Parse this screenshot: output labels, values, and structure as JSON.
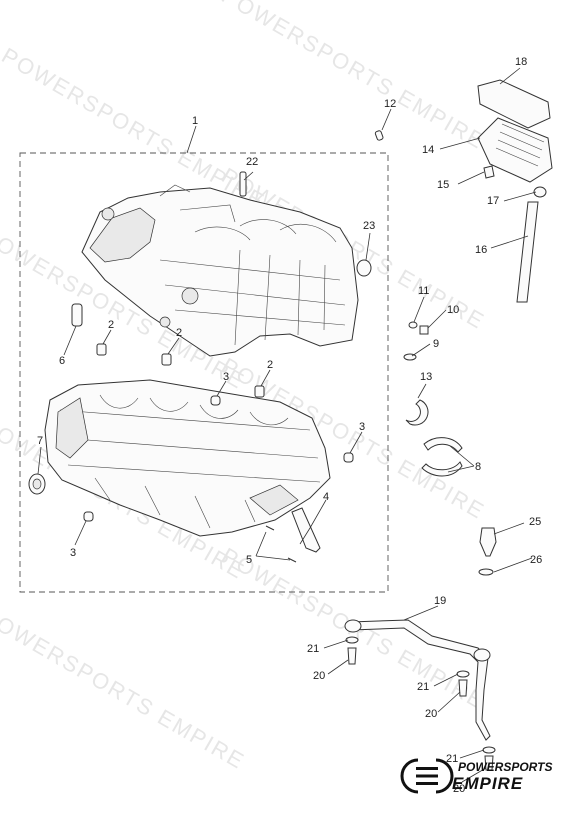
{
  "watermark": "POWERSPORTS EMPIRE",
  "logo": {
    "line1": "POWERSPORTS",
    "line2": "EMPIRE"
  },
  "labels": {
    "l1": "1",
    "l2a": "2",
    "l2b": "2",
    "l2c": "2",
    "l3a": "3",
    "l3b": "3",
    "l3c": "3",
    "l4": "4",
    "l5": "5",
    "l6": "6",
    "l7": "7",
    "l8": "8",
    "l9": "9",
    "l10": "10",
    "l11": "11",
    "l12": "12",
    "l13": "13",
    "l14": "14",
    "l15": "15",
    "l16": "16",
    "l17": "17",
    "l18": "18",
    "l19": "19",
    "l20a": "20",
    "l20b": "20",
    "l20c": "20",
    "l21a": "21",
    "l21b": "21",
    "l21c": "21",
    "l22": "22",
    "l23": "23",
    "l25": "25",
    "l26": "26"
  }
}
